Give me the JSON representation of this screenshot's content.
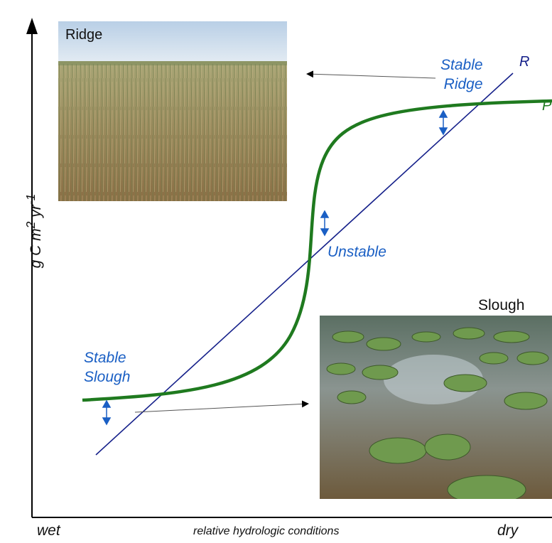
{
  "photos": {
    "ridge_label": "Ridge",
    "slough_label": "Slough"
  },
  "states": {
    "stable_ridge_line1": "Stable",
    "stable_ridge_line2": "Ridge",
    "unstable": "Unstable",
    "stable_slough_line1": "Stable",
    "stable_slough_line2": "Slough"
  },
  "curves": {
    "r_label": "R",
    "p_label": "P"
  },
  "axes": {
    "y_label_prefix": "g C m",
    "y_label_exp1": "2",
    "y_label_mid": " yr",
    "y_label_exp2": "-1",
    "x_label": "relative hydrologic conditions",
    "x_left": "wet",
    "x_right": "dry"
  },
  "colors": {
    "production_curve": "#1f7a1f",
    "respiration_line": "#15208a",
    "stability_arrows": "#1a5fc4",
    "state_labels": "#1a5fc4"
  }
}
